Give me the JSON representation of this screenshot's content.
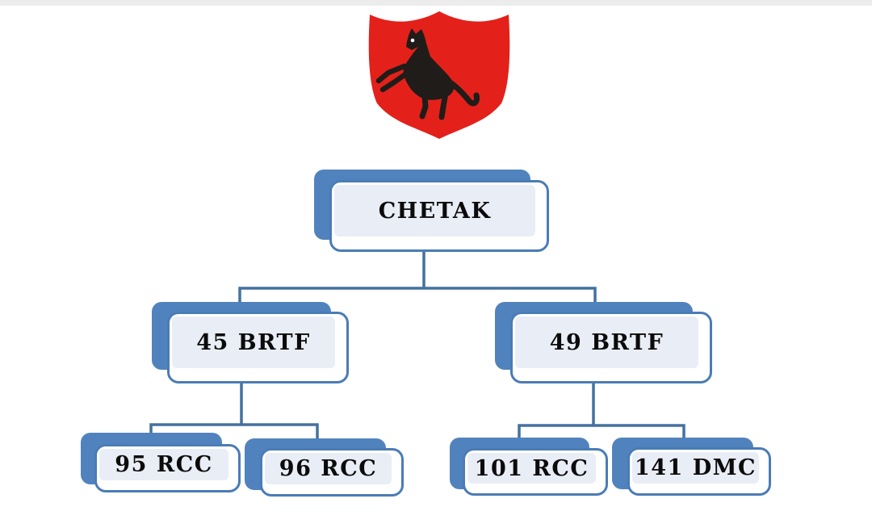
{
  "page": {
    "background": "#ffffff"
  },
  "emblem": {
    "description": "red heraldic shield with black rearing horse",
    "shield_color": "#e3211a",
    "horse_color": "#201c19",
    "eye_color": "#ffffff"
  },
  "org_chart": {
    "type": "org-tree",
    "colors": {
      "node_back": "#5083bd",
      "node_border": "#4a7cb5",
      "node_fill": "#ffffff",
      "node_inner_panel": "#e9edf6",
      "connector": "#44719f",
      "label_text": "#0b0b0b"
    },
    "nodes": [
      {
        "id": "chetak",
        "label": "CHETAK",
        "level": 1,
        "parent": null
      },
      {
        "id": "brtf-45",
        "label": "45 BRTF",
        "level": 2,
        "parent": "CHETAK"
      },
      {
        "id": "brtf-49",
        "label": "49 BRTF",
        "level": 2,
        "parent": "CHETAK"
      },
      {
        "id": "rcc-95",
        "label": "95 RCC",
        "level": 3,
        "parent": "45 BRTF"
      },
      {
        "id": "rcc-96",
        "label": "96 RCC",
        "level": 3,
        "parent": "45 BRTF"
      },
      {
        "id": "rcc-101",
        "label": "101 RCC",
        "level": 3,
        "parent": "49 BRTF"
      },
      {
        "id": "dmc-141",
        "label": "141 DMC",
        "level": 3,
        "parent": "49 BRTF"
      }
    ],
    "edges": [
      [
        "CHETAK",
        "45 BRTF"
      ],
      [
        "CHETAK",
        "49 BRTF"
      ],
      [
        "45 BRTF",
        "95 RCC"
      ],
      [
        "45 BRTF",
        "96 RCC"
      ],
      [
        "49 BRTF",
        "101 RCC"
      ],
      [
        "49 BRTF",
        "141 DMC"
      ]
    ]
  }
}
